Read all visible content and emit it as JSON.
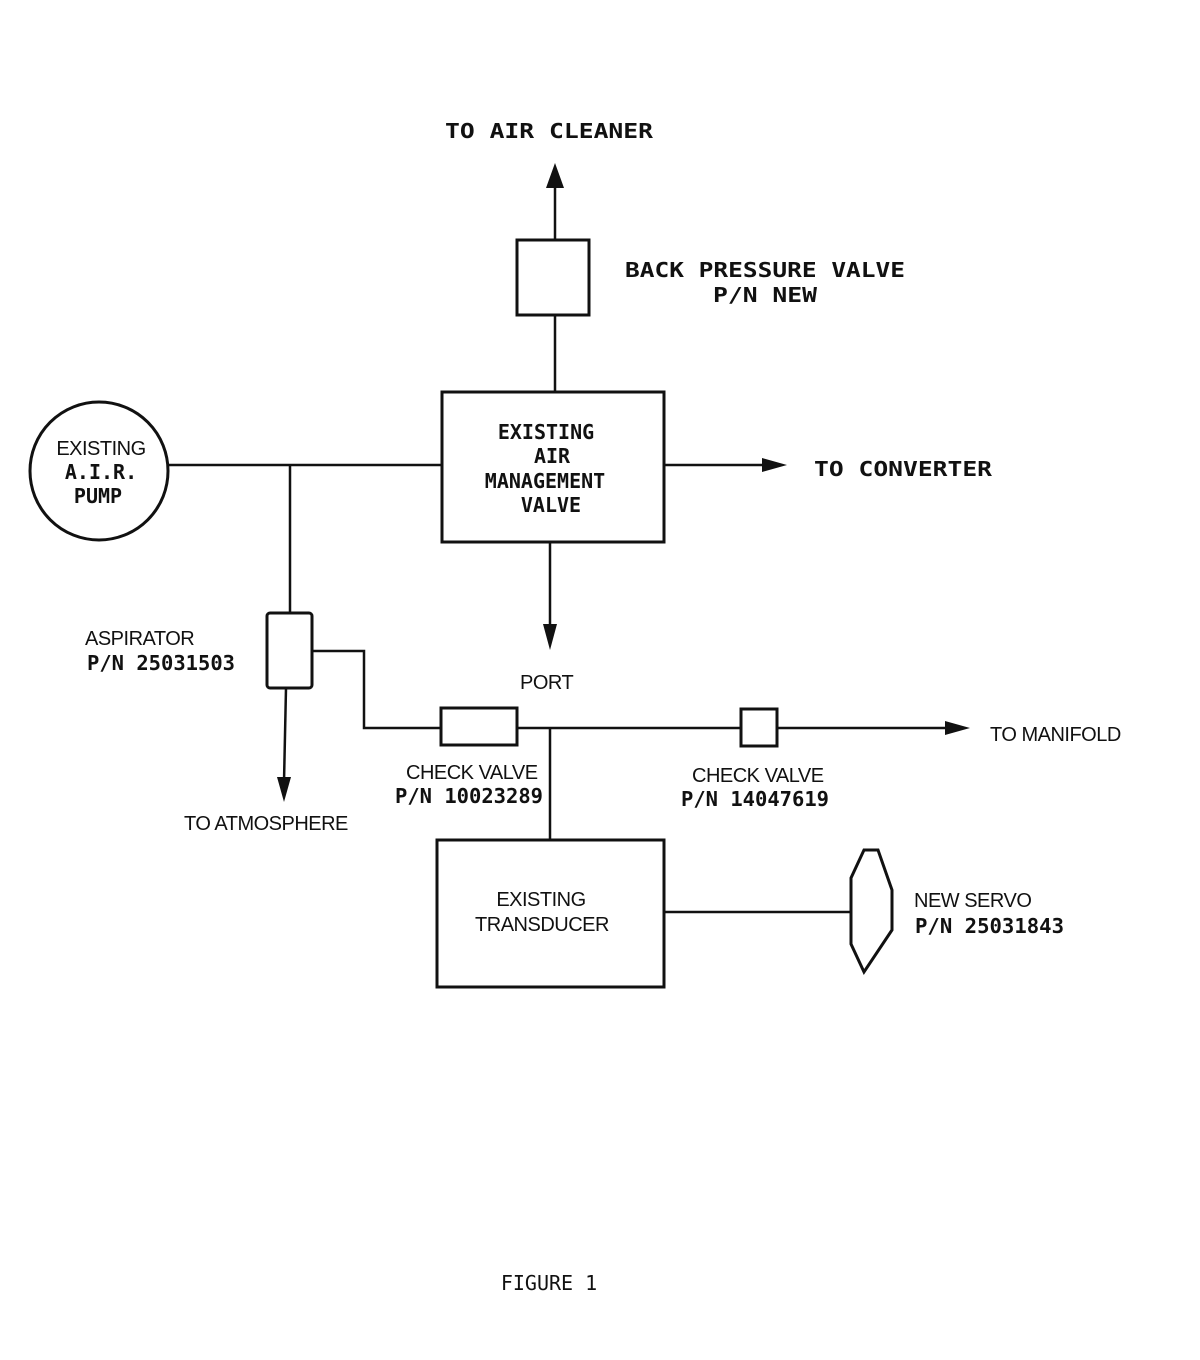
{
  "labels": {
    "to_air_cleaner": "TO AIR CLEANER",
    "back_pressure_valve": "BACK PRESSURE VALVE",
    "back_pressure_pn": "P/N NEW",
    "pump_line1": "EXISTING",
    "pump_line2": "A.I.R.",
    "pump_line3": "PUMP",
    "amv_line1": "EXISTING",
    "amv_line2": "AIR",
    "amv_line3": "MANAGEMENT",
    "amv_line4": "VALVE",
    "to_converter": "TO CONVERTER",
    "aspirator": "ASPIRATOR",
    "aspirator_pn": "P/N 25031503",
    "port": "PORT",
    "to_manifold": "TO MANIFOLD",
    "check_valve_1": "CHECK VALVE",
    "check_valve_1_pn": "P/N 10023289",
    "check_valve_2": "CHECK VALVE",
    "check_valve_2_pn": "P/N 14047619",
    "to_atmosphere": "TO ATMOSPHERE",
    "transducer_line1": "EXISTING",
    "transducer_line2": "TRANSDUCER",
    "servo": "NEW SERVO",
    "servo_pn": "P/N 25031843",
    "figure_caption": "FIGURE 1"
  },
  "colors": {
    "line": "#111111",
    "background": "#ffffff"
  }
}
